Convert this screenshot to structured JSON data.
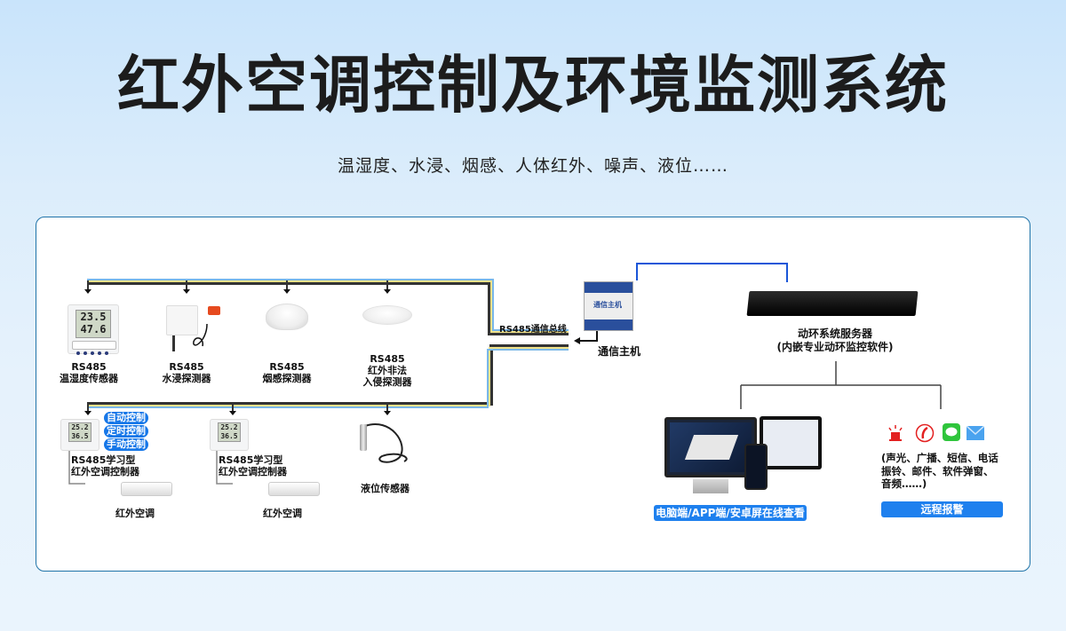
{
  "header": {
    "title": "红外空调控制及环境监测系统",
    "subtitle": "温湿度、水浸、烟感、人体红外、噪声、液位……"
  },
  "colors": {
    "accent_blue": "#1677e8",
    "panel_border": "#1f73a8",
    "bus_blue": "#7ab8ea",
    "bus_yellow": "#f0e28a",
    "bus_dark": "#333333",
    "network_blue": "#1a56d8",
    "alarm_red": "#e32020",
    "sms_green": "#2fc53c",
    "mail_blue": "#4aa3ef"
  },
  "bus": {
    "label": "RS485通信总线"
  },
  "sensors_top": [
    {
      "line1": "RS485",
      "line2": "温湿度传感器",
      "display": [
        "23.5",
        "47.6"
      ]
    },
    {
      "line1": "RS485",
      "line2": "水浸探测器"
    },
    {
      "line1": "RS485",
      "line2": "烟感探测器"
    },
    {
      "line1": "RS485",
      "line2": "红外非法",
      "line3": "入侵探测器"
    }
  ],
  "controllers": [
    {
      "line1": "RS485学习型",
      "line2": "红外空调控制器",
      "ac_label": "红外空调",
      "display": [
        "25.2",
        "36.5"
      ]
    },
    {
      "line1": "RS485学习型",
      "line2": "红外空调控制器",
      "ac_label": "红外空调",
      "display": [
        "25.2",
        "36.5"
      ]
    }
  ],
  "control_modes": [
    "自动控制",
    "定时控制",
    "手动控制"
  ],
  "level_sensor": {
    "label": "液位传感器"
  },
  "gateway": {
    "label": "通信主机",
    "logo": "通信主机"
  },
  "server": {
    "line1": "动环系统服务器",
    "line2": "(内嵌专业动环监控软件)"
  },
  "clients": {
    "button": "电脑端/APP端/安卓屏在线查看"
  },
  "alarm": {
    "icons": [
      "alarm-light-icon",
      "phone-icon",
      "sms-icon",
      "mail-icon"
    ],
    "line1": "(声光、广播、短信、电话",
    "line2": "振铃、邮件、软件弹窗、",
    "line3": "音频……)",
    "button": "远程报警"
  }
}
